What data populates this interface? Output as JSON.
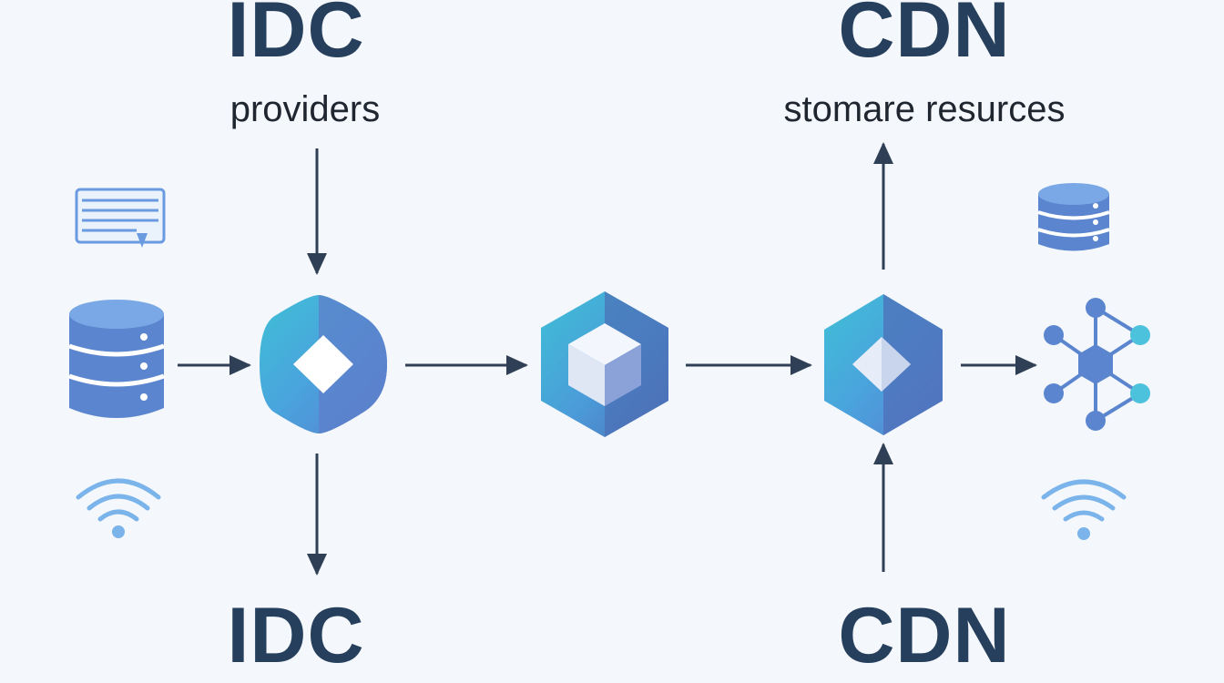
{
  "labels": {
    "idc_top": "IDC",
    "idc_top_sub": "providers",
    "cdn_top": "CDN",
    "cdn_top_sub": "stomare resurces",
    "idc_bottom": "IDC",
    "cdn_bottom": "CDN"
  },
  "colors": {
    "background": "#f4f7fb",
    "heading": "#263f5c",
    "arrow": "#2f3f55",
    "icon_blue": "#5b86cf",
    "icon_light": "#7aa8e6",
    "teal": "#3fc0d6"
  },
  "icons": {
    "left_column": [
      "document-list-icon",
      "database-icon",
      "wifi-icon"
    ],
    "nodes": [
      "hex-node-idc",
      "hex-node-center",
      "hex-node-cdn"
    ],
    "right_column": [
      "database-icon",
      "network-graph-icon",
      "wifi-icon"
    ]
  }
}
